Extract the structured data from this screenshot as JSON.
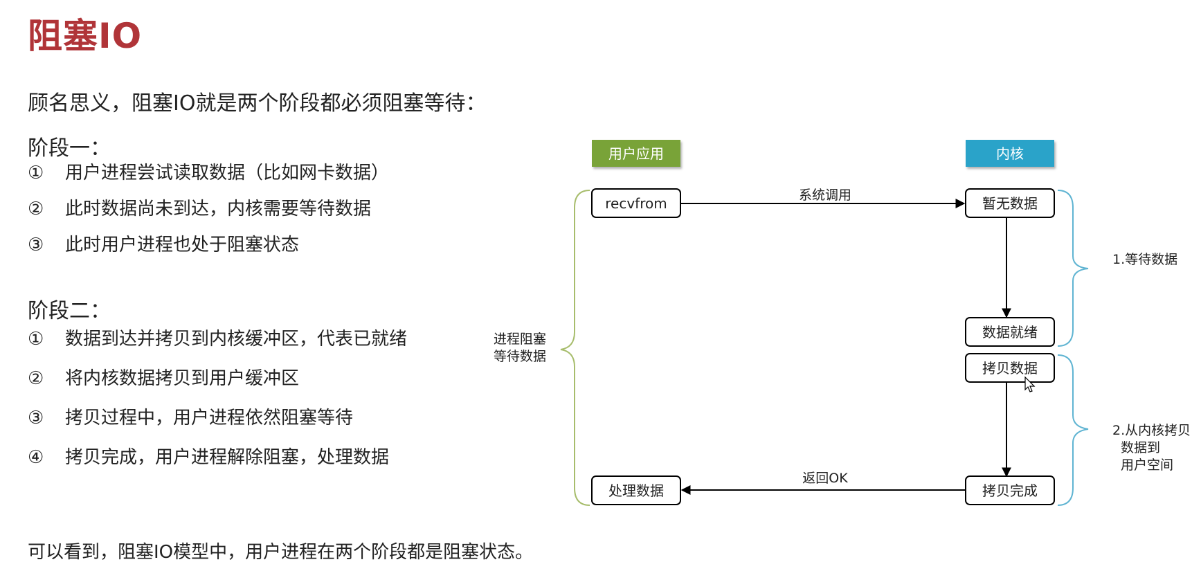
{
  "title": "阻塞IO",
  "intro": "顾名思义，阻塞IO就是两个阶段都必须阻塞等待：",
  "stage1": {
    "heading": "阶段一：",
    "items": [
      {
        "num": "①",
        "text": "用户进程尝试读取数据（比如网卡数据）"
      },
      {
        "num": "②",
        "text": "此时数据尚未到达，内核需要等待数据"
      },
      {
        "num": "③",
        "text": "此时用户进程也处于阻塞状态"
      }
    ]
  },
  "stage2": {
    "heading": "阶段二：",
    "items": [
      {
        "num": "①",
        "text": "数据到达并拷贝到内核缓冲区，代表已就绪"
      },
      {
        "num": "②",
        "text": "将内核数据拷贝到用户缓冲区"
      },
      {
        "num": "③",
        "text": "拷贝过程中，用户进程依然阻塞等待"
      },
      {
        "num": "④",
        "text": "拷贝完成，用户进程解除阻塞，处理数据"
      }
    ]
  },
  "conclusion": "可以看到，阻塞IO模型中，用户进程在两个阶段都是阻塞状态。",
  "diagram": {
    "headers": {
      "user": "用户应用",
      "kernel": "内核"
    },
    "nodes": {
      "recvfrom": "recvfrom",
      "no_data": "暂无数据",
      "data_ready": "数据就绪",
      "copy_data": "拷贝数据",
      "copy_done": "拷贝完成",
      "process_data": "处理数据"
    },
    "edges": {
      "syscall": "系统调用",
      "return_ok": "返回OK"
    },
    "left_brace_label": [
      "进程阻塞",
      "等待数据"
    ],
    "phase1_label": "1.等待数据",
    "phase2_label": [
      "2.从内核拷贝",
      "数据到",
      "用户空间"
    ]
  },
  "colors": {
    "title": "#b03438",
    "user_header": "#79a339",
    "kernel_header": "#2aa3c9",
    "left_brace": "#a7bd6c",
    "right_brace": "#5fb4d2"
  }
}
